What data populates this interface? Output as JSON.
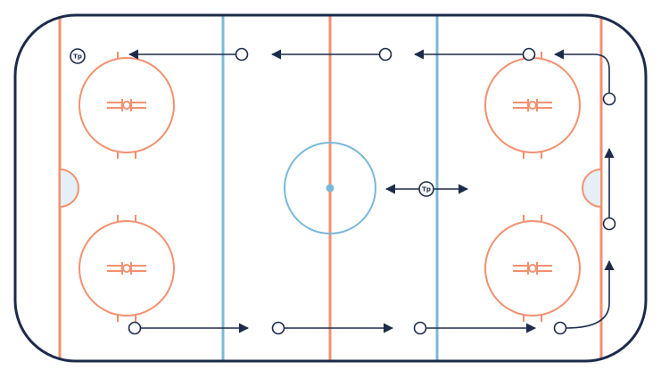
{
  "colors": {
    "boards": "#1c2b4a",
    "red_line": "#f2906f",
    "blue_line": "#7ab8d9",
    "crease_fill": "#e4eff7",
    "ink": "#1c2b4a"
  },
  "rink": {
    "elements": [
      "boards",
      "goal-line-left",
      "goal-line-right",
      "blue-line-left",
      "blue-line-right",
      "center-red-line",
      "center-faceoff-circle",
      "center-faceoff-dot",
      "goal-crease-left",
      "goal-crease-right",
      "faceoff-circle-top-left",
      "faceoff-circle-bottom-left",
      "faceoff-circle-top-right",
      "faceoff-circle-bottom-right"
    ]
  },
  "labels": {
    "coach_marker": "Tp",
    "puck_carrier_marker": "Tp"
  },
  "drill": {
    "players_top_row": 3,
    "players_bottom_row": 4,
    "players_right_boards": 2,
    "arrows": [
      {
        "from": "player-top-1",
        "direction": "left"
      },
      {
        "from": "player-top-2",
        "direction": "left"
      },
      {
        "from": "player-top-3",
        "direction": "left"
      },
      {
        "from": "player-bottom-1",
        "direction": "right"
      },
      {
        "from": "player-bottom-2",
        "direction": "right"
      },
      {
        "from": "player-bottom-3",
        "direction": "right"
      },
      {
        "from": "player-bottom-4",
        "direction": "up"
      },
      {
        "from": "player-right-mid",
        "direction": "up"
      },
      {
        "from": "player-right-top",
        "direction": "left"
      }
    ]
  }
}
